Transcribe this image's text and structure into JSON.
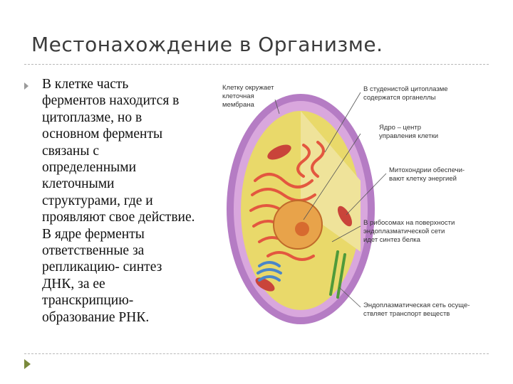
{
  "slide": {
    "title": "Местонахождение в Организме.",
    "body_lines": [
      "В клетке часть",
      "ферментов находится в",
      "цитоплазме, но в",
      "основном ферменты",
      "связаны с",
      "определенными",
      "клеточными",
      "структурами, где и",
      "проявляют свое действие.",
      "В ядре ферменты",
      "ответственные за",
      "репликацию- синтез",
      "ДНК, за ее",
      "транскрипцию-",
      "образование РНК."
    ]
  },
  "figure": {
    "callouts": {
      "membrane": [
        "Клетку окружает",
        "клеточная",
        "мембрана"
      ],
      "cytoplasm": [
        "В студенистой цитоплазме",
        "содержатся органеллы"
      ],
      "nucleus": [
        "Ядро – центр",
        "управления клетки"
      ],
      "mitochondria": [
        "Митохондрии обеспечи-",
        "вают клетку энергией"
      ],
      "ribosomes": [
        "В рибосомах на поверхности",
        "эндоплазматической сети",
        "идет синтез белка"
      ],
      "er": [
        "Эндоплазматическая сеть осуще-",
        "ствляет транспорт веществ"
      ]
    },
    "colors": {
      "membrane": "#b57cc4",
      "membrane_inner": "#d9a7dd",
      "cytoplasm": "#e9d96a",
      "nucleus": "#e8a34a",
      "er": "#e3573f",
      "mitochondria": "#c9443a",
      "golgi": "#4a86c8",
      "green": "#4f9a3a"
    }
  },
  "icons": {
    "bullet": "triangle-right-icon",
    "footer": "triangle-right-icon"
  }
}
